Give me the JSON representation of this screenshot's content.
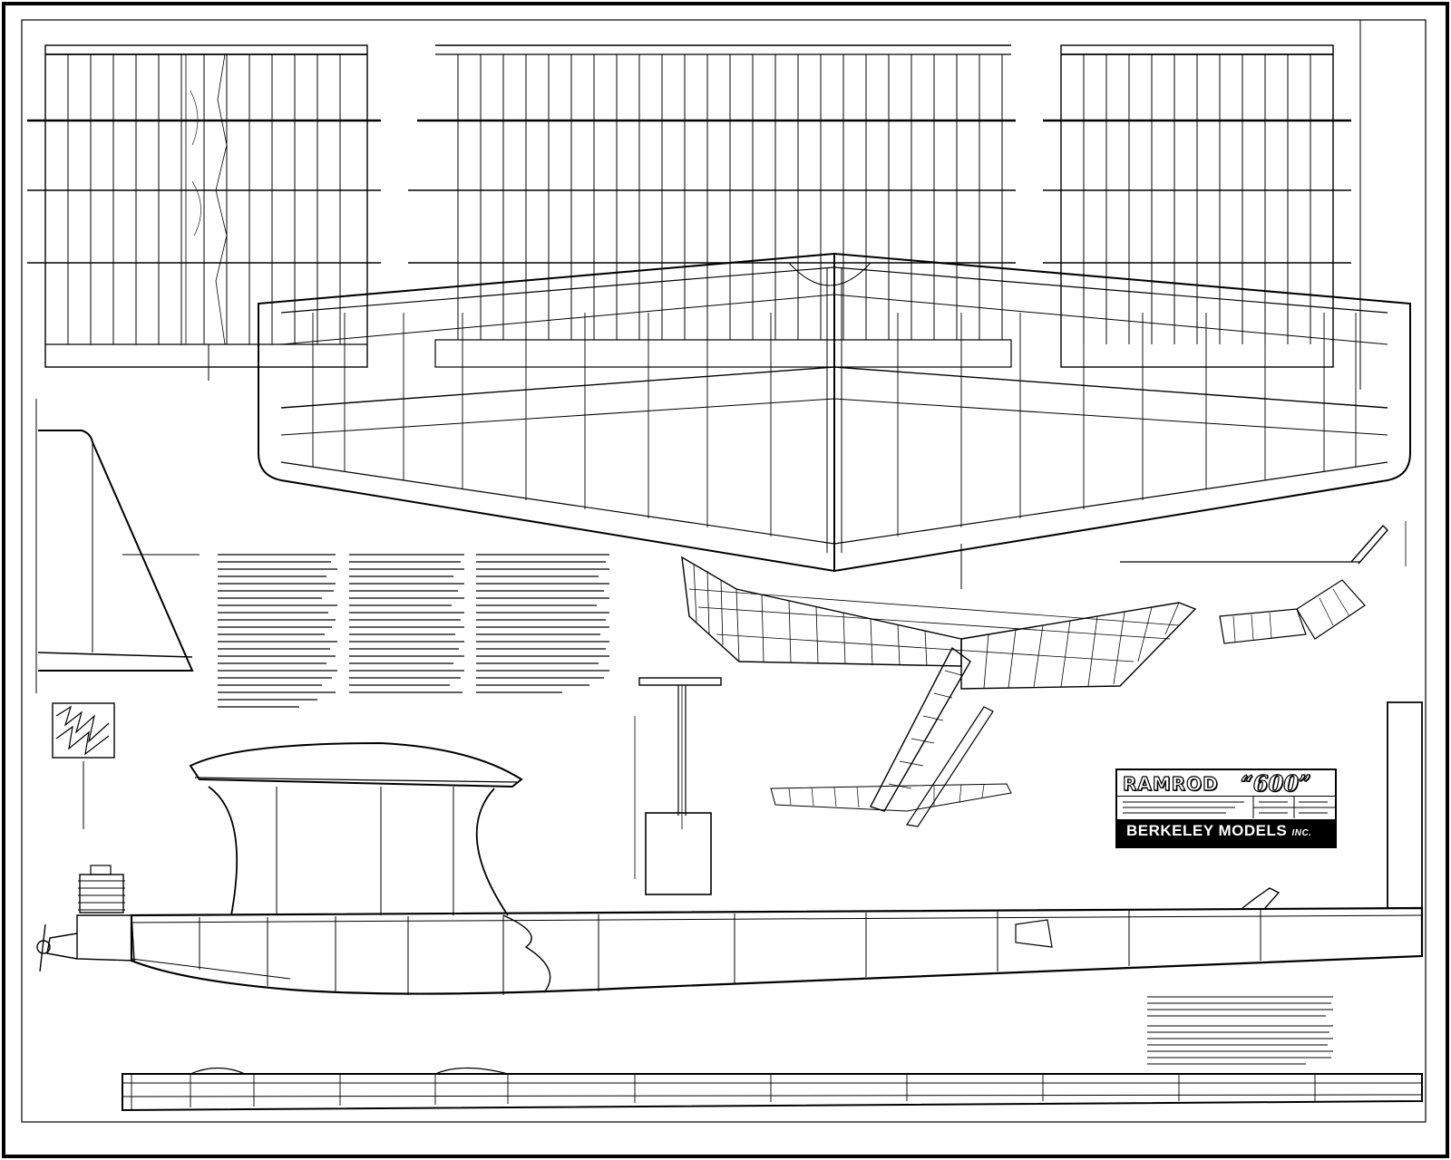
{
  "title_block": {
    "model_name": "RAMROD",
    "model_number": "“600”",
    "manufacturer": "BERKELEY MODELS",
    "manufacturer_suffix": "INC."
  },
  "colors": {
    "ink": "#000000",
    "paper": "#ffffff"
  }
}
